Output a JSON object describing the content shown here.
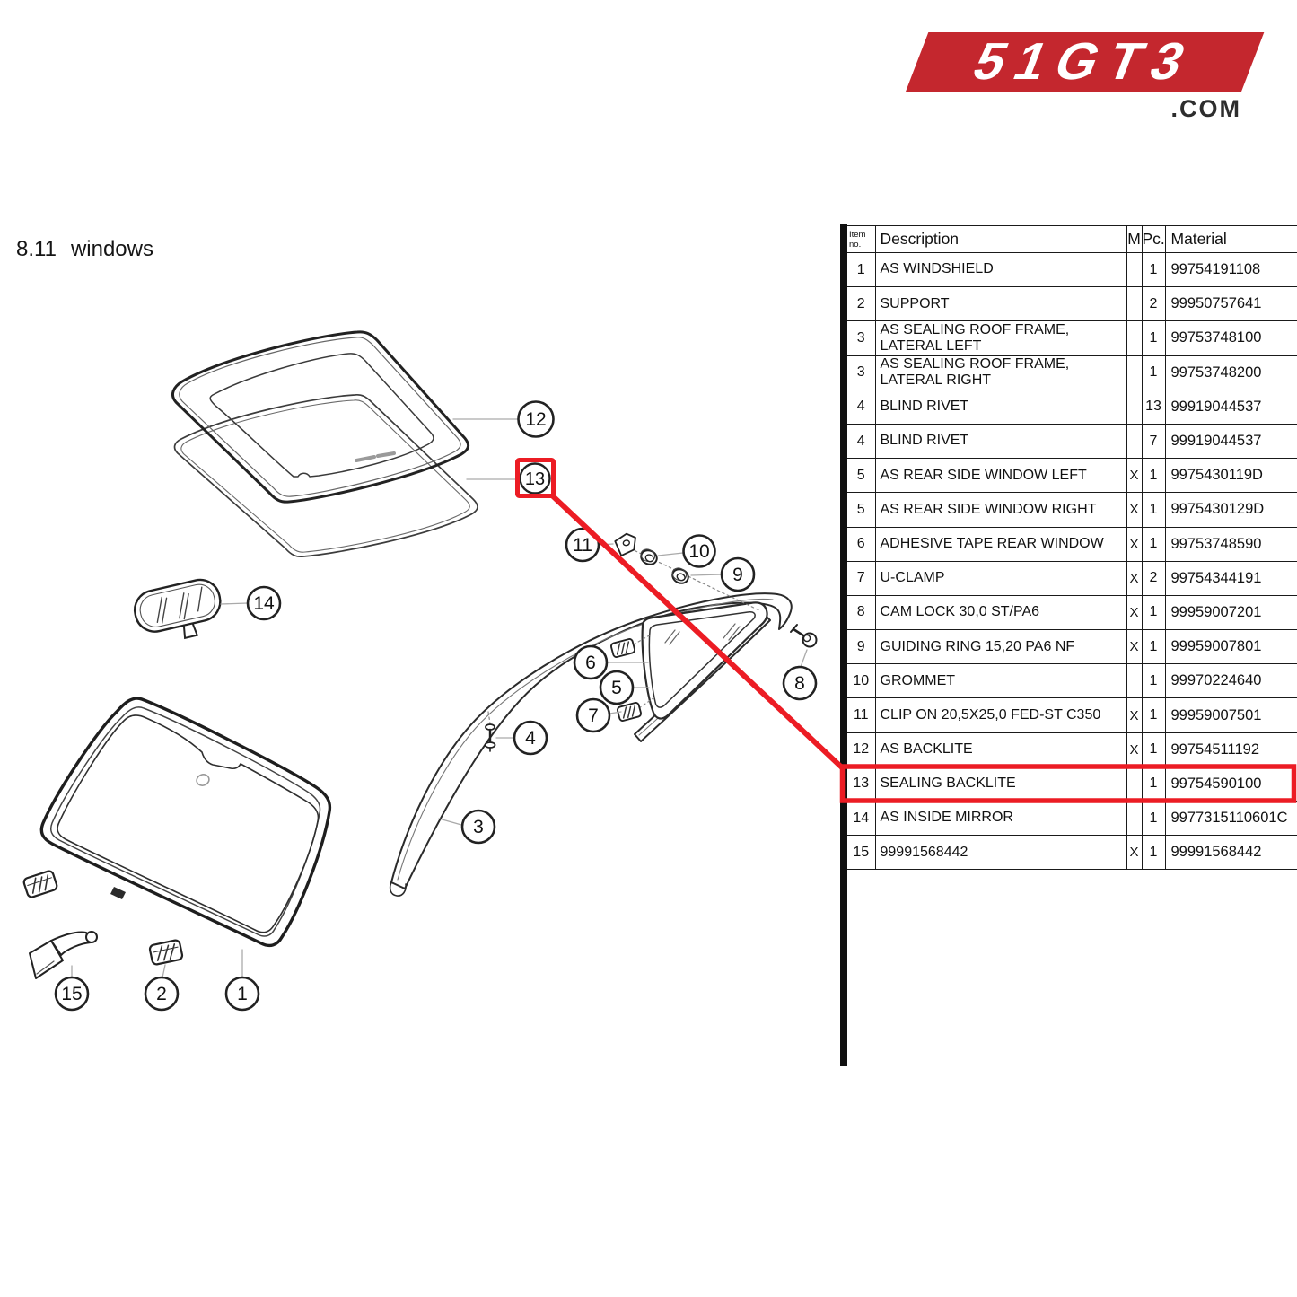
{
  "brand": {
    "logo_text": "51GT3",
    "logo_tld": ".COM"
  },
  "page": {
    "section_number": "8.11",
    "section_title": "windows"
  },
  "colors": {
    "highlight_red": "#ec1c24",
    "logo_red": "#c4272e",
    "line_dark": "#222222"
  },
  "table": {
    "headers": {
      "item": "Item no.",
      "description": "Description",
      "m": "M",
      "pc": "Pc.",
      "material": "Material"
    },
    "highlighted_item": "13",
    "rows": [
      {
        "item": "1",
        "description": "AS WINDSHIELD",
        "m": "",
        "pc": "1",
        "material": "99754191108"
      },
      {
        "item": "2",
        "description": "SUPPORT",
        "m": "",
        "pc": "2",
        "material": "99950757641"
      },
      {
        "item": "3",
        "description": "AS SEALING ROOF FRAME,\nLATERAL LEFT",
        "m": "",
        "pc": "1",
        "material": "99753748100"
      },
      {
        "item": "3",
        "description": "AS SEALING ROOF FRAME,\nLATERAL RIGHT",
        "m": "",
        "pc": "1",
        "material": "99753748200"
      },
      {
        "item": "4",
        "description": "BLIND RIVET",
        "m": "",
        "pc": "13",
        "material": "99919044537"
      },
      {
        "item": "4",
        "description": "BLIND RIVET",
        "m": "",
        "pc": "7",
        "material": "99919044537"
      },
      {
        "item": "5",
        "description": "AS REAR SIDE WINDOW LEFT",
        "m": "X",
        "pc": "1",
        "material": "9975430119D"
      },
      {
        "item": "5",
        "description": "AS REAR SIDE WINDOW RIGHT",
        "m": "X",
        "pc": "1",
        "material": "9975430129D"
      },
      {
        "item": "6",
        "description": "ADHESIVE TAPE REAR WINDOW",
        "m": "X",
        "pc": "1",
        "material": "99753748590"
      },
      {
        "item": "7",
        "description": "U-CLAMP",
        "m": "X",
        "pc": "2",
        "material": "99754344191"
      },
      {
        "item": "8",
        "description": "CAM LOCK 30,0 ST/PA6",
        "m": "X",
        "pc": "1",
        "material": "99959007201"
      },
      {
        "item": "9",
        "description": "GUIDING RING 15,20 PA6 NF",
        "m": "X",
        "pc": "1",
        "material": "99959007801"
      },
      {
        "item": "10",
        "description": "GROMMET",
        "m": "",
        "pc": "1",
        "material": "99970224640"
      },
      {
        "item": "11",
        "description": "CLIP ON 20,5X25,0 FED-ST C350",
        "m": "X",
        "pc": "1",
        "material": "99959007501"
      },
      {
        "item": "12",
        "description": "AS BACKLITE",
        "m": "X",
        "pc": "1",
        "material": "99754511192"
      },
      {
        "item": "13",
        "description": "SEALING BACKLITE",
        "m": "",
        "pc": "1",
        "material": "99754590100"
      },
      {
        "item": "14",
        "description": "AS INSIDE MIRROR",
        "m": "",
        "pc": "1",
        "material": "9977315110601C"
      },
      {
        "item": "15",
        "description": "99991568442",
        "m": "X",
        "pc": "1",
        "material": "99991568442"
      }
    ]
  },
  "diagram": {
    "callouts": [
      {
        "number": "1"
      },
      {
        "number": "2"
      },
      {
        "number": "3"
      },
      {
        "number": "4"
      },
      {
        "number": "5"
      },
      {
        "number": "6"
      },
      {
        "number": "7"
      },
      {
        "number": "8"
      },
      {
        "number": "9"
      },
      {
        "number": "10"
      },
      {
        "number": "11"
      },
      {
        "number": "12"
      },
      {
        "number": "13"
      },
      {
        "number": "14"
      },
      {
        "number": "15"
      }
    ]
  }
}
